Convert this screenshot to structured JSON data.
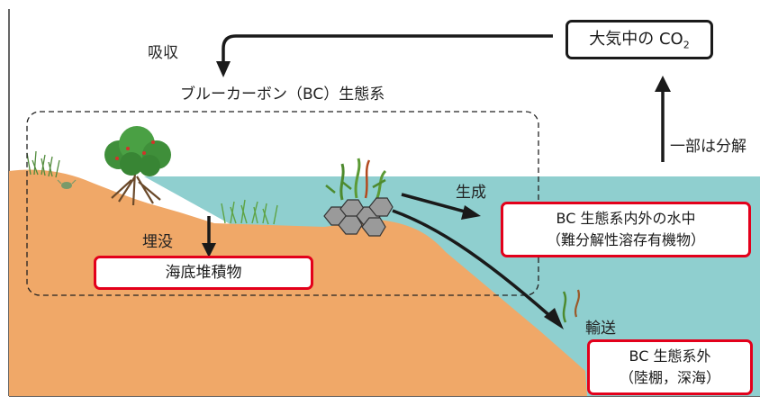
{
  "title": "ブルーカーボン（BC）生態系",
  "atmosphere": {
    "prefix": "大気中の CO",
    "subscript": "2"
  },
  "labels": {
    "absorption": "吸収",
    "partial_decomposition": "一部は分解",
    "production": "生成",
    "burial": "埋没",
    "transport": "輸送"
  },
  "boxes": {
    "seabed_sediment": "海底堆積物",
    "water_line1": "BC 生態系内外の水中",
    "water_line2": "（難分解性溶存有機物）",
    "outside_line1": "BC 生態系外",
    "outside_line2": "（陸棚，深海）"
  },
  "colors": {
    "land": "#f0a868",
    "sea": "#8fcfcf",
    "box_border_red": "#e3001b",
    "arrow": "#1a1a1a",
    "mangrove": "#3f8f3a"
  }
}
